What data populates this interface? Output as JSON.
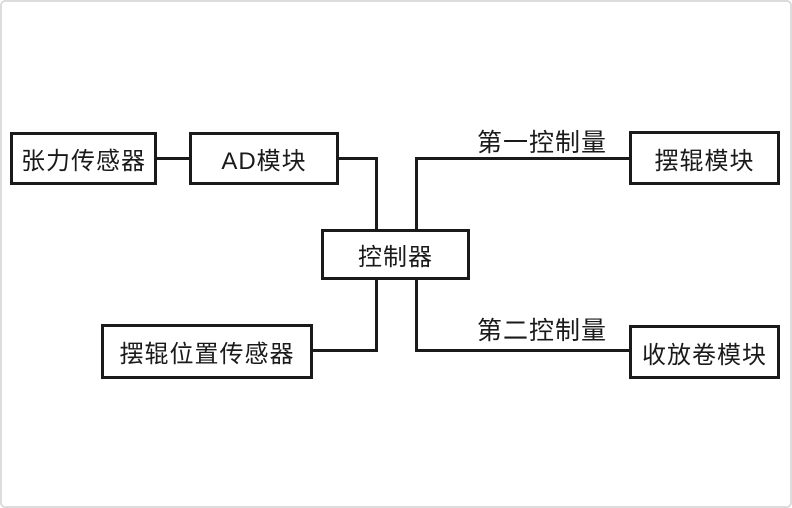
{
  "diagram": {
    "type": "block-diagram",
    "nodes": {
      "tension_sensor": {
        "label": "张力传感器"
      },
      "ad_module": {
        "label": "AD模块"
      },
      "controller": {
        "label": "控制器"
      },
      "pendulum_roller_module": {
        "label": "摆辊模块"
      },
      "pendulum_position_sensor": {
        "label": "摆辊位置传感器"
      },
      "winding_module": {
        "label": "收放卷模块"
      }
    },
    "edge_labels": {
      "first_control_quantity": "第一控制量",
      "second_control_quantity": "第二控制量"
    },
    "edges": [
      {
        "from": "tension_sensor",
        "to": "ad_module",
        "label": ""
      },
      {
        "from": "ad_module",
        "to": "controller",
        "label": ""
      },
      {
        "from": "pendulum_position_sensor",
        "to": "controller",
        "label": ""
      },
      {
        "from": "controller",
        "to": "pendulum_roller_module",
        "label": "第一控制量"
      },
      {
        "from": "controller",
        "to": "winding_module",
        "label": "第二控制量"
      }
    ],
    "colors": {
      "line": "#1a1a1a",
      "box_border": "#1a1a1a",
      "box_fill": "#ffffff",
      "text": "#1a1a1a",
      "frame_border": "#dcdcdc",
      "background": "#ffffff"
    }
  }
}
